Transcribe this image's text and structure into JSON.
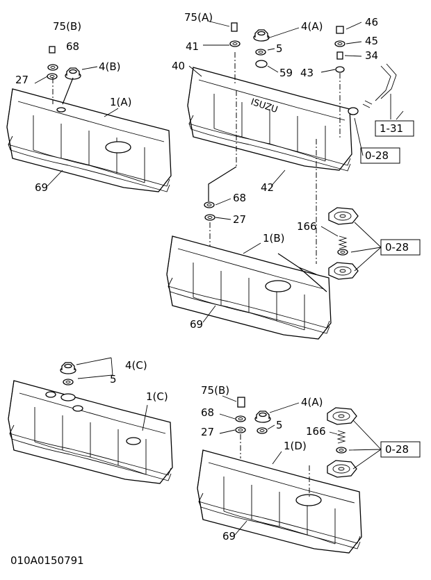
{
  "drawing_code": "010A0150791",
  "labels": {
    "p75b_top": "75(B)",
    "p68_top": "68",
    "p27_top": "27",
    "p4b": "4(B)",
    "p1a": "1(A)",
    "p69_a": "69",
    "p75a": "75(A)",
    "p41": "41",
    "p4a_top": "4(A)",
    "p5_top": "5",
    "p40": "40",
    "p59": "59",
    "p46": "46",
    "p45": "45",
    "p34": "34",
    "p43": "43",
    "p42": "42",
    "ref_1_31": "1-31",
    "ref_0_28_top": "0-28",
    "p68_mid": "68",
    "p27_mid": "27",
    "p166_mid": "166",
    "p1b": "1(B)",
    "ref_0_28_mid": "0-28",
    "p69_b": "69",
    "p4c": "4(C)",
    "p5_c": "5",
    "p1c": "1(C)",
    "p75b_bot": "75(B)",
    "p68_bot": "68",
    "p27_bot": "27",
    "p4a_bot": "4(A)",
    "p5_bot": "5",
    "p166_bot": "166",
    "p1d": "1(D)",
    "ref_0_28_bot": "0-28",
    "p69_d": "69"
  },
  "cover_marking": "ISUZU"
}
